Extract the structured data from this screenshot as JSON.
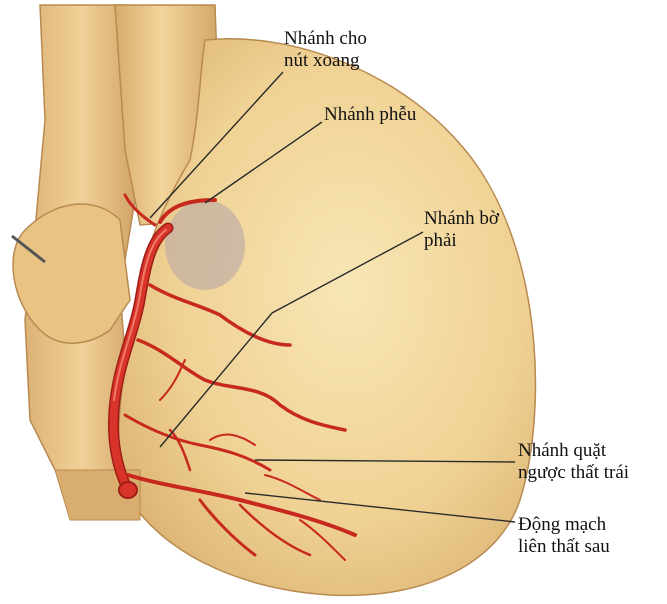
{
  "labels": {
    "sinus_node_branch": [
      "Nhánh cho",
      "nút xoang"
    ],
    "conus_branch": [
      "Nhánh phễu"
    ],
    "right_marginal_branch": [
      "Nhánh bờ",
      "phải"
    ],
    "left_ventricular_retrograde_branch": [
      "Nhánh quặt",
      "ngược thất trái"
    ],
    "posterior_interventricular_artery": [
      "Động mạch",
      "liên thất sau"
    ]
  },
  "colors": {
    "heart_light": "#f5dca4",
    "heart_mid": "#e3b876",
    "heart_dark": "#c89a5c",
    "vessel_wall": "#e8c07e",
    "artery": "#d8342a",
    "artery_dark": "#9e1d16",
    "artery_highlight": "#f07a6a",
    "leader_line": "#2a2a2a",
    "grey_patch": "#b7a7a6"
  }
}
